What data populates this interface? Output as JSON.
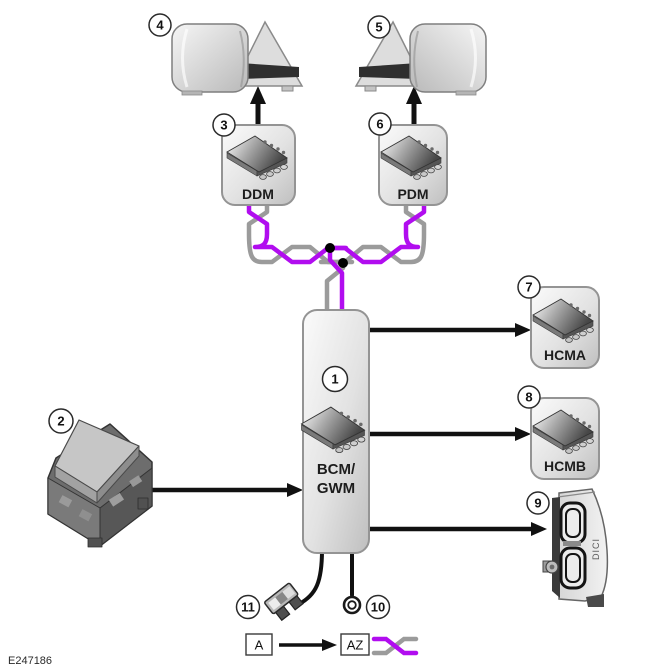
{
  "figure_id": "E247186",
  "colors": {
    "twisted_pair_primary": "#B10DEF",
    "twisted_pair_secondary": "#9B9B9B",
    "arrow": "#111111",
    "module_fill_light": "#f7f7f7",
    "module_fill_dark": "#c3c3c3",
    "module_border": "#949494"
  },
  "modules": {
    "bcm": {
      "callout": "1",
      "label_line1": "BCM/",
      "label_line2": "GWM"
    },
    "ddm": {
      "callout": "3",
      "label": "DDM"
    },
    "pdm": {
      "callout": "6",
      "label": "PDM"
    },
    "hcma": {
      "callout": "7",
      "label": "HCMA"
    },
    "hcmb": {
      "callout": "8",
      "label": "HCMB"
    }
  },
  "components": {
    "junction_box": {
      "callout": "2"
    },
    "mirror_left": {
      "callout": "4"
    },
    "mirror_right": {
      "callout": "5"
    },
    "headlamp": {
      "callout": "9",
      "marking": "DICI"
    },
    "ground_ring": {
      "callout": "10"
    },
    "fuse": {
      "callout": "11"
    }
  },
  "legend": {
    "from_label": "A",
    "to_label": "AZ"
  }
}
